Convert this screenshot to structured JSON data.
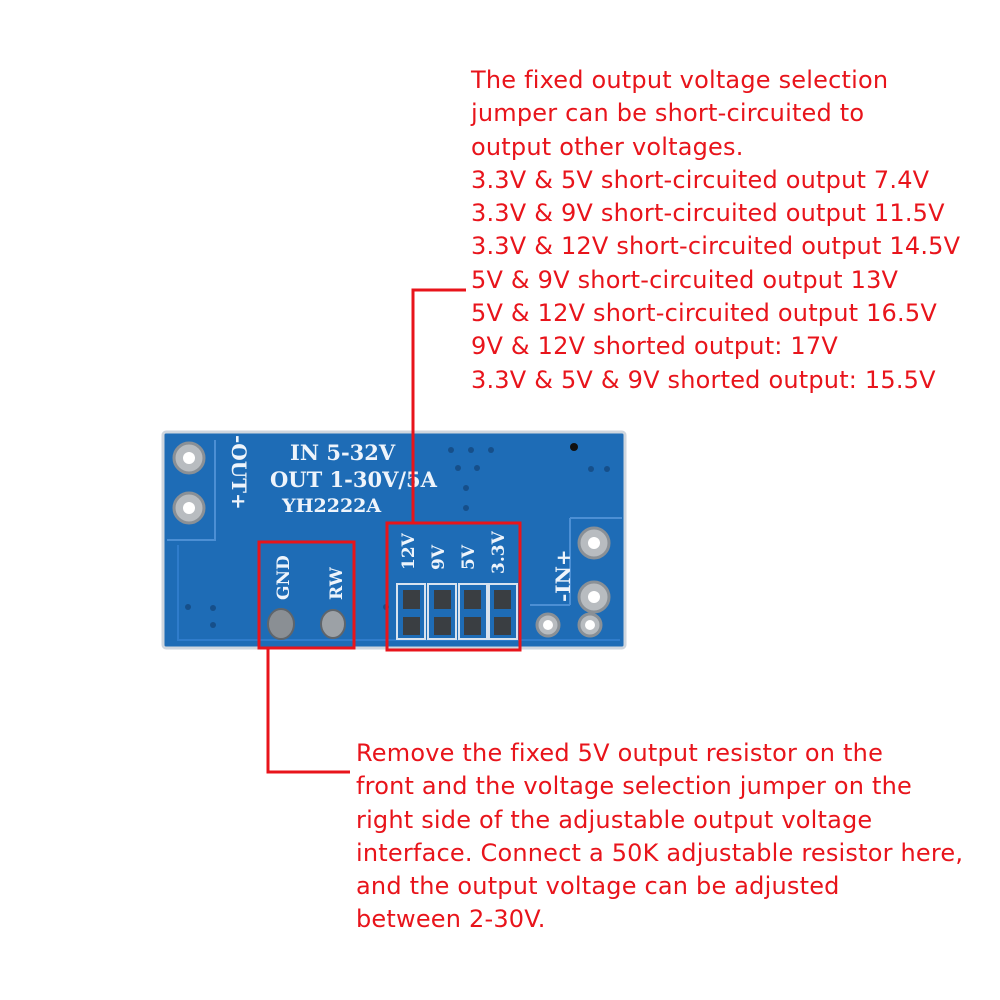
{
  "board": {
    "color": "#1e6cb6",
    "silkscreen": {
      "input": "IN 5-32V",
      "output": "OUT 1-30V/5A",
      "model": "YH2222A",
      "out_label": "-OUT+",
      "in_label": "-IN+",
      "gnd": "GND",
      "rw": "RW",
      "jumpers": [
        "12V",
        "9V",
        "5V",
        "3.3V"
      ]
    }
  },
  "annotation_color": "#e8141b",
  "notes": {
    "top": [
      "The fixed output voltage selection",
      "jumper can be short-circuited to",
      "output other voltages.",
      "3.3V & 5V short-circuited output 7.4V",
      "3.3V & 9V short-circuited output 11.5V",
      "3.3V & 12V short-circuited output 14.5V",
      "5V & 9V short-circuited output 13V",
      "5V & 12V short-circuited output 16.5V",
      "9V & 12V shorted output: 17V",
      "3.3V & 5V & 9V shorted output: 15.5V"
    ],
    "bottom": [
      "Remove the fixed 5V output resistor on the",
      "front and the voltage selection jumper on the",
      "right side of the adjustable output voltage",
      "interface. Connect a 50K adjustable resistor here,",
      "and the output voltage can be adjusted",
      "between 2-30V."
    ]
  }
}
